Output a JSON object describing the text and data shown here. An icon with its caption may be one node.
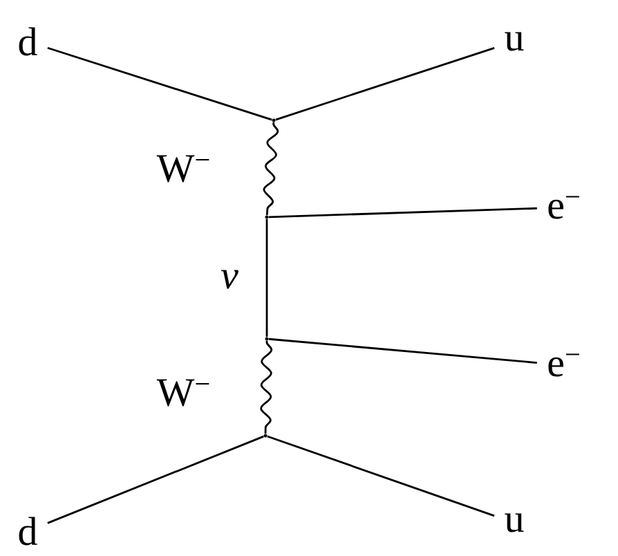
{
  "diagram": {
    "nodes": [
      {
        "text": [
          "d"
        ]
      },
      {
        "text": [
          "u"
        ]
      },
      {
        "text": [],
        "shape": "dot"
      },
      {
        "text": [
          "e$^{−}$"
        ]
      },
      {
        "text": [],
        "shape": "dot"
      },
      {
        "text": [],
        "shape": "dot"
      },
      {
        "text": [
          "e$^{−}$"
        ]
      },
      {
        "text": [],
        "shape": "dot"
      },
      {
        "text": [
          "d"
        ]
      },
      {
        "text": [
          "u"
        ]
      }
    ],
    "edges": [
      {
        "from": 0,
        "to": 2,
        "arrow": "none"
      },
      {
        "from": 2,
        "to": 1,
        "arrow": "none"
      },
      {
        "from": 2,
        "to": 4,
        "arrow": "none",
        "label": "W$^{−}$"
      },
      {
        "from": 4,
        "to": 3,
        "arrow": "none"
      },
      {
        "from": 4,
        "to": 5,
        "arrow": "none",
        "label": "ν"
      },
      {
        "from": 5,
        "to": 6,
        "arrow": "none"
      },
      {
        "from": 5,
        "to": 7,
        "arrow": "none",
        "label": "W$^{−}$"
      },
      {
        "from": 8,
        "to": 7,
        "arrow": "none"
      },
      {
        "from": 7,
        "to": 9,
        "arrow": "none"
      }
    ]
  }
}
